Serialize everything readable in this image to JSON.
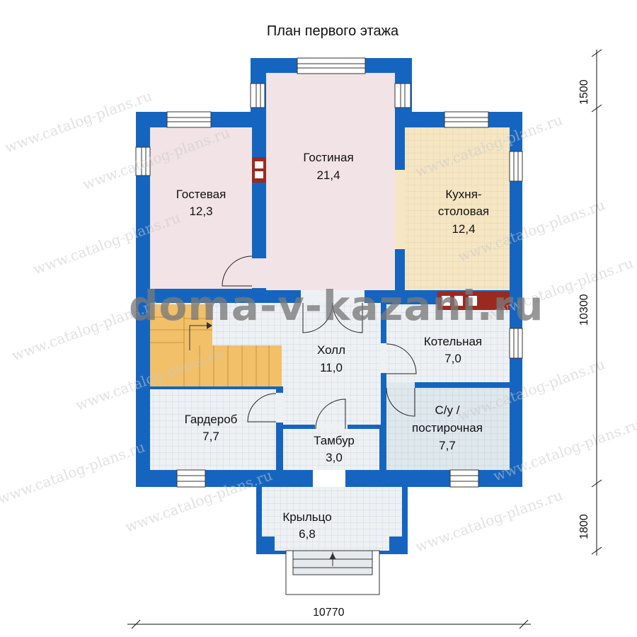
{
  "title": "План первого этажа",
  "watermarks": {
    "brand": "doma-v-kazani.ru",
    "site": "www.catalog-plans.ru"
  },
  "rooms": {
    "guest": {
      "name": "Гостевая",
      "area": "12,3"
    },
    "living": {
      "name": "Гостиная",
      "area": "21,4"
    },
    "kitchen": {
      "name_line1": "Кухня-",
      "name_line2": "столовая",
      "area": "12,4"
    },
    "hall": {
      "name": "Холл",
      "area": "11,0"
    },
    "boiler": {
      "name": "Котельная",
      "area": "7,0"
    },
    "wardrobe": {
      "name": "Гардероб",
      "area": "7,7"
    },
    "vestibule": {
      "name": "Тамбур",
      "area": "3,0"
    },
    "bath": {
      "name_line1": "С/у /",
      "name_line2": "постирочная",
      "area": "7,7"
    },
    "porch": {
      "name": "Крыльцо",
      "area": "6,8"
    }
  },
  "dimensions": {
    "width_total": "10770",
    "height_main": "10300",
    "height_top": "1500",
    "height_porch": "1800"
  },
  "colors": {
    "wall": "#1565c0",
    "guest_living_floor": "#f2e3e6",
    "kitchen_floor": "#f5e6c4",
    "tile_floor": "#eef1f4",
    "bath_floor": "#dfe8ec",
    "stairs": "#f2c069",
    "fireplace": "#9a2a20"
  }
}
